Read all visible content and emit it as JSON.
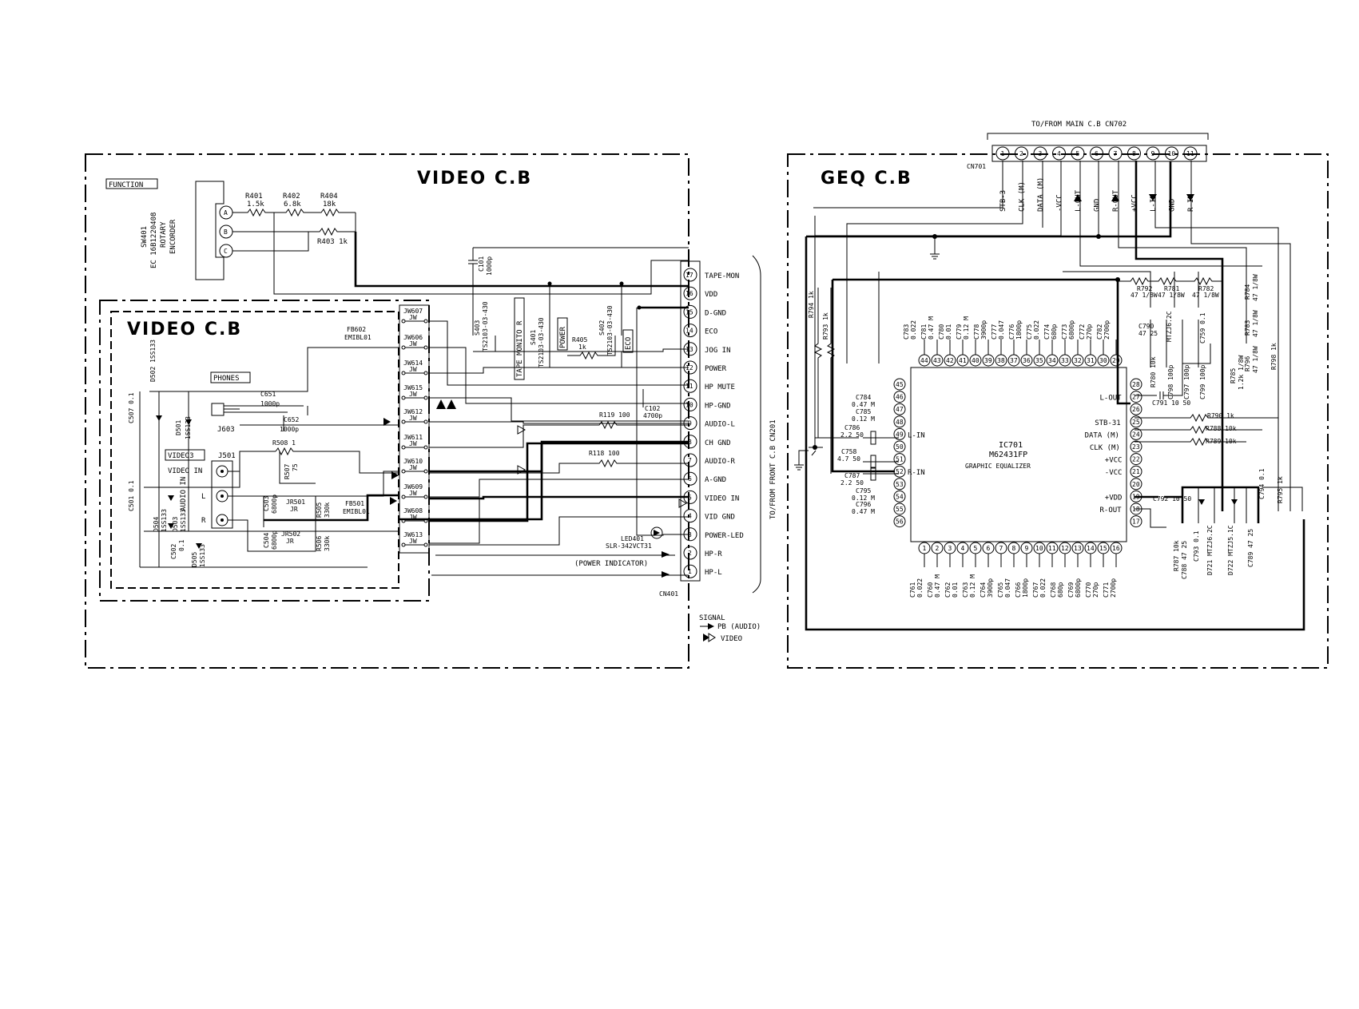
{
  "video_cb": {
    "title": "VIDEO C.B",
    "inner_title": "VIDEO C.B",
    "function_label": "FUNCTION",
    "encoder": [
      "SW401",
      "EC 16B1220408",
      "ROTARY",
      "ENCORDER"
    ],
    "encoder_pins": [
      "A",
      "B",
      "C"
    ],
    "resistors_top": [
      {
        "ref": "R401",
        "val": "1.5k"
      },
      {
        "ref": "R402",
        "val": "6.8k"
      },
      {
        "ref": "R404",
        "val": "18k"
      }
    ],
    "r403": "R403 1k",
    "c101": [
      "C101",
      "1000p"
    ],
    "s403": [
      "S403",
      "TS2103-03-430"
    ],
    "tape_monito_label": "TAPE MONITO R",
    "s401": [
      "S401",
      "TS2103-03-430"
    ],
    "power_label": "POWER",
    "r405": [
      "R405",
      "1k"
    ],
    "s402": [
      "S402",
      "TS2103-03-430"
    ],
    "eco_label": "ECO",
    "phones_label": "PHONES",
    "fb602": [
      "FB602",
      "EMIBL01"
    ],
    "c651": [
      "C651",
      "1000p"
    ],
    "c652": [
      "C652",
      "1000p"
    ],
    "j603": "J603",
    "video3_label": "VIDEO3",
    "j501": "J501",
    "video_in": "VIDEO IN",
    "audio_in": "AUDIO IN",
    "jack_lr": [
      "L",
      "R"
    ],
    "r508": "R508 1",
    "r507": [
      "R507",
      "75"
    ],
    "c503": [
      "C503",
      "6800p"
    ],
    "c504": [
      "C504",
      "6800p"
    ],
    "jr501": [
      "JR501",
      "JR"
    ],
    "jr502": [
      "JR502",
      "JR"
    ],
    "r505": [
      "R505",
      "330k"
    ],
    "r506": [
      "R506",
      "330k"
    ],
    "fb501": [
      "FB501",
      "EMIBL01"
    ],
    "c507": "C507 0.1",
    "d502": "D502 1SS133",
    "d501": [
      "D501",
      "1SS133"
    ],
    "c501": "C501 0.1",
    "d504": [
      "D504",
      "1SS133"
    ],
    "d503": [
      "D503",
      "1SS133"
    ],
    "c502": [
      "C502",
      "0.1"
    ],
    "d505": [
      "D505",
      "1SS133"
    ],
    "jumpers": [
      "JW607",
      "JW606",
      "JW614",
      "JW615",
      "JW612",
      "JW611",
      "JW610",
      "JW609",
      "JW608",
      "JW613"
    ],
    "jw_sub": "JW",
    "r119": "R119 100",
    "c102": [
      "C102",
      "4700p"
    ],
    "r118": "R118 100",
    "led401": [
      "LED401",
      "SLR-342VCT31"
    ],
    "power_indicator": "(POWER INDICATOR)",
    "cn401_label": "CN401",
    "cn401_pins": [
      {
        "n": "17",
        "name": "TAPE-MON"
      },
      {
        "n": "16",
        "name": "VDD"
      },
      {
        "n": "15",
        "name": "D-GND"
      },
      {
        "n": "14",
        "name": "ECO"
      },
      {
        "n": "13",
        "name": "JOG IN"
      },
      {
        "n": "12",
        "name": "POWER"
      },
      {
        "n": "11",
        "name": "HP MUTE"
      },
      {
        "n": "10",
        "name": "HP-GND"
      },
      {
        "n": "9",
        "name": "AUDIO-L"
      },
      {
        "n": "8",
        "name": "CH GND"
      },
      {
        "n": "7",
        "name": "AUDIO-R"
      },
      {
        "n": "6",
        "name": "A-GND"
      },
      {
        "n": "5",
        "name": "VIDEO IN"
      },
      {
        "n": "4",
        "name": "VID GND"
      },
      {
        "n": "3",
        "name": "POWER-LED"
      },
      {
        "n": "2",
        "name": "HP-R"
      },
      {
        "n": "1",
        "name": "HP-L"
      }
    ],
    "to_from": "TO/FROM FRONT C.B CN201",
    "legend": {
      "title": "SIGNAL",
      "pb": "PB (AUDIO)",
      "video": "VIDEO"
    }
  },
  "geq_cb": {
    "title": "GEQ C.B",
    "cn702_label": "TO/FROM MAIN C.B CN702",
    "cn701_label": "CN701",
    "cn701_pins": [
      {
        "n": "1",
        "name": "STB-3"
      },
      {
        "n": "2",
        "name": "CLK (M)"
      },
      {
        "n": "3",
        "name": "DATA (M)"
      },
      {
        "n": "4",
        "name": "-VCC"
      },
      {
        "n": "5",
        "name": "L-OUT"
      },
      {
        "n": "6",
        "name": "GND"
      },
      {
        "n": "7",
        "name": "R-OUT"
      },
      {
        "n": "8",
        "name": "+VCC"
      },
      {
        "n": "9",
        "name": "L-IN"
      },
      {
        "n": "10",
        "name": "GND"
      },
      {
        "n": "11",
        "name": "R-IN"
      }
    ],
    "ic701": [
      "IC701",
      "M62431FP",
      "GRAPHIC EQUALIZER"
    ],
    "ic_top_pins": [
      "44",
      "43",
      "42",
      "41",
      "40",
      "39",
      "38",
      "37",
      "36",
      "35",
      "34",
      "33",
      "32",
      "31",
      "30",
      "29"
    ],
    "ic_bottom_pins": [
      "1",
      "2",
      "3",
      "4",
      "5",
      "6",
      "7",
      "8",
      "9",
      "10",
      "11",
      "12",
      "13",
      "14",
      "15",
      "16"
    ],
    "ic_left_pins": [
      {
        "n": "45",
        "name": ""
      },
      {
        "n": "46",
        "name": ""
      },
      {
        "n": "47",
        "name": ""
      },
      {
        "n": "48",
        "name": ""
      },
      {
        "n": "49",
        "name": "L-IN"
      },
      {
        "n": "50",
        "name": ""
      },
      {
        "n": "51",
        "name": ""
      },
      {
        "n": "52",
        "name": "R-IN"
      },
      {
        "n": "53",
        "name": ""
      },
      {
        "n": "54",
        "name": ""
      },
      {
        "n": "55",
        "name": ""
      },
      {
        "n": "56",
        "name": ""
      }
    ],
    "ic_right_pins": [
      {
        "n": "28",
        "name": ""
      },
      {
        "n": "27",
        "name": "L-OUT"
      },
      {
        "n": "26",
        "name": ""
      },
      {
        "n": "25",
        "name": "STB-31"
      },
      {
        "n": "24",
        "name": "DATA (M)"
      },
      {
        "n": "23",
        "name": "CLK (M)"
      },
      {
        "n": "22",
        "name": "+VCC"
      },
      {
        "n": "21",
        "name": "-VCC"
      },
      {
        "n": "20",
        "name": ""
      },
      {
        "n": "19",
        "name": "+VDD"
      },
      {
        "n": "18",
        "name": "R-OUT"
      },
      {
        "n": "17",
        "name": ""
      }
    ],
    "top_caps": [
      [
        "C783",
        "0.022"
      ],
      [
        "C781",
        "0.47 M"
      ],
      [
        "C780",
        "0.01"
      ],
      [
        "C779",
        "0.12 M"
      ],
      [
        "C778",
        "3900p"
      ],
      [
        "C777",
        "0.047"
      ],
      [
        "C776",
        "1800p"
      ],
      [
        "C775",
        "0.022"
      ],
      [
        "C774",
        "680p"
      ],
      [
        "C773",
        "6800p"
      ],
      [
        "C772",
        "270p"
      ],
      [
        "C782",
        "2700p"
      ]
    ],
    "bottom_caps": [
      [
        "C761",
        "0.022"
      ],
      [
        "C760",
        "0.47 M"
      ],
      [
        "C762",
        "0.01"
      ],
      [
        "C763",
        "0.12 M"
      ],
      [
        "C764",
        "3900p"
      ],
      [
        "C765",
        "0.047"
      ],
      [
        "C766",
        "1800p"
      ],
      [
        "C767",
        "0.022"
      ],
      [
        "C768",
        "680p"
      ],
      [
        "C769",
        "6800p"
      ],
      [
        "C770",
        "270p"
      ],
      [
        "C771",
        "2700p"
      ]
    ],
    "left_caps": [
      [
        "C784",
        "0.47 M"
      ],
      [
        "C785",
        "0.12 M"
      ],
      [
        "C786",
        "2.2 50"
      ],
      [
        "C758",
        "4.7 50"
      ],
      [
        "C787",
        "2.2 50"
      ],
      [
        "C795",
        "0.12 M"
      ],
      [
        "C796",
        "0.47 M"
      ]
    ],
    "r794": "R794 1k",
    "r793": "R793 1k",
    "r792": [
      "R792",
      "47 1/8W"
    ],
    "r781": [
      "R781",
      "47 1/8W"
    ],
    "r782": [
      "R782",
      "47 1/8W"
    ],
    "c790": [
      "C790",
      "47 25"
    ],
    "d722": "MTZJ6.2C",
    "c759": "C759 0.1",
    "r780": "R780 10k",
    "c798": "C798 100p",
    "c797": "C797 100p",
    "c799": "C799 100p",
    "c791": "C791 10 50",
    "r785": [
      "R785",
      "1.2k 1/8W"
    ],
    "r784": [
      "R784",
      "47 1/8W"
    ],
    "r783": [
      "R783",
      "47 1/8W"
    ],
    "r796": [
      "R796",
      "47 1/8W"
    ],
    "r798": "R798 1k",
    "r790": "R790 1k",
    "r788": "R788 10k",
    "r789": "R789 10k",
    "c792": "C792 10 50",
    "c794": "C794 0.1",
    "r795": "R795 1k",
    "r787": "R787 10k",
    "c788": "C788 47 25",
    "c793": "C793 0.1",
    "d721": "D721 MTZJ6.2C",
    "d722b": "D722 MTZJ5.1C",
    "c789": "C789 47 25"
  }
}
